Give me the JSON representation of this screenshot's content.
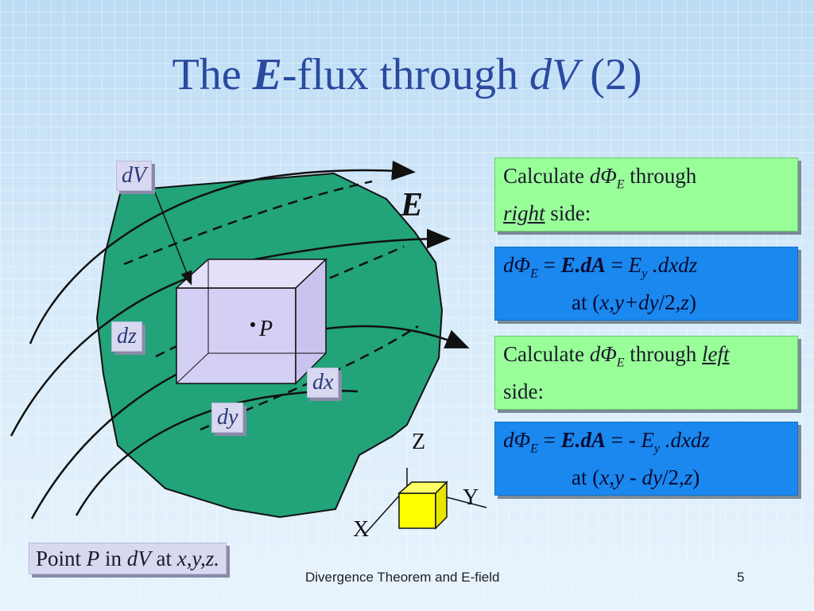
{
  "slide": {
    "title_pre": "The ",
    "title_E": "E",
    "title_mid": "-flux through ",
    "title_dV": "dV",
    "title_post": " (2)"
  },
  "labels": {
    "dV": "dV",
    "dz": "dz",
    "dx": "dx",
    "dy": "dy",
    "P": "P",
    "E": "E",
    "Z": "Z",
    "Y": "Y",
    "X": "X"
  },
  "box1": {
    "calc": "Calculate ",
    "dphi": "dΦ",
    "sub": "E",
    "through": " through",
    "side_word": "right",
    "side_rest": " side:"
  },
  "box2": {
    "dphi": "dΦ",
    "sub": "E",
    "eq1": " = ",
    "EdA": "E.dA",
    "eq2": " = ",
    "Ey": "E",
    "ysub": "y",
    "dxdz": " .dxdz",
    "at": "at (",
    "coord": "x,y+dy",
    "coord2": "/2,",
    "z": "z",
    "close": ")"
  },
  "box3": {
    "calc": "Calculate ",
    "dphi": "dΦ",
    "sub": "E",
    "through": " through ",
    "side_word": "left",
    "side_rest": "side:"
  },
  "box4": {
    "dphi": "dΦ",
    "sub": "E",
    "eq1": " = ",
    "EdA": "E.dA",
    "eq2": " = - ",
    "Ey": "E",
    "ysub": "y",
    "dxdz": " .dxdz",
    "at": "at (",
    "coord": "x,y - dy",
    "coord2": "/2,",
    "z": "z",
    "close": ")"
  },
  "bottom": {
    "pre": "Point ",
    "P": "P",
    "in": " in ",
    "dV": "dV",
    "at": " at ",
    "xyz": "x,y,z."
  },
  "footer": {
    "text": "Divergence Theorem and E-field",
    "page": "5"
  },
  "colors": {
    "title": "#2a4aa0",
    "region": "#22a37a",
    "green_box": "#99ff99",
    "blue_box": "#1a88ee",
    "cube": "#ffff00",
    "label_box": "#d8d8f0"
  }
}
